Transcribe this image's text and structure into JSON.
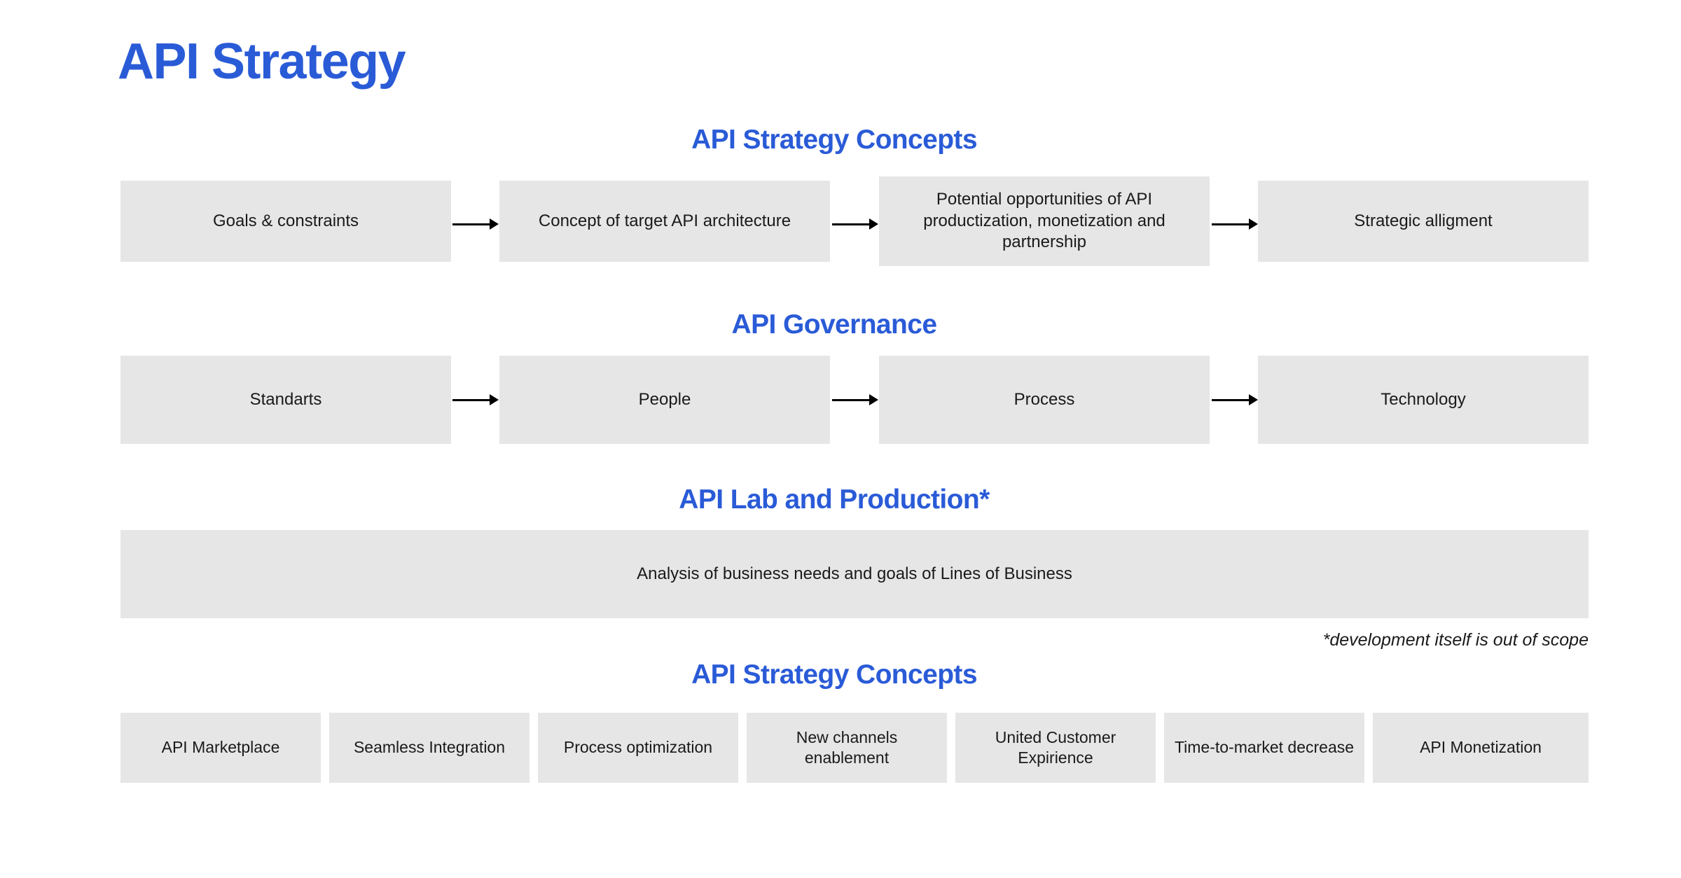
{
  "deck": {
    "title": "API Strategy",
    "accent_color": "#2a5bd7",
    "box_color": "#e6e6e6",
    "text_color": "#1a1a1a",
    "background": "#ffffff"
  },
  "sections": {
    "strategy_concepts": {
      "heading": "API Strategy Concepts",
      "boxes": [
        {
          "label": "Goals & constraints"
        },
        {
          "label": "Concept of target API architecture"
        },
        {
          "label": "Potential opportunities of API productization, monetization and partnership"
        },
        {
          "label": "Strategic alligment"
        }
      ],
      "connectors": [
        "arrow-right",
        "arrow-right",
        "arrow-right"
      ]
    },
    "governance": {
      "heading": "API Governance",
      "boxes": [
        {
          "label": "Standarts"
        },
        {
          "label": "People"
        },
        {
          "label": "Process"
        },
        {
          "label": "Technology"
        }
      ],
      "connectors": [
        "arrow-right",
        "arrow-right",
        "arrow-right"
      ]
    },
    "lab_and_production": {
      "heading": "API Lab and Production*",
      "boxes": [
        {
          "label": "Analysis of business needs and goals of Lines of Business"
        }
      ],
      "footnote": "*development itself is out of scope"
    },
    "outcomes": {
      "heading": "API Strategy Concepts",
      "boxes": [
        {
          "label": "API Marketplace"
        },
        {
          "label": "Seamless Integration"
        },
        {
          "label": "Process optimization"
        },
        {
          "label": "New channels enablement"
        },
        {
          "label": "United Customer Expirience"
        },
        {
          "label": "Time-to-market decrease"
        },
        {
          "label": "API Monetization"
        }
      ]
    }
  }
}
